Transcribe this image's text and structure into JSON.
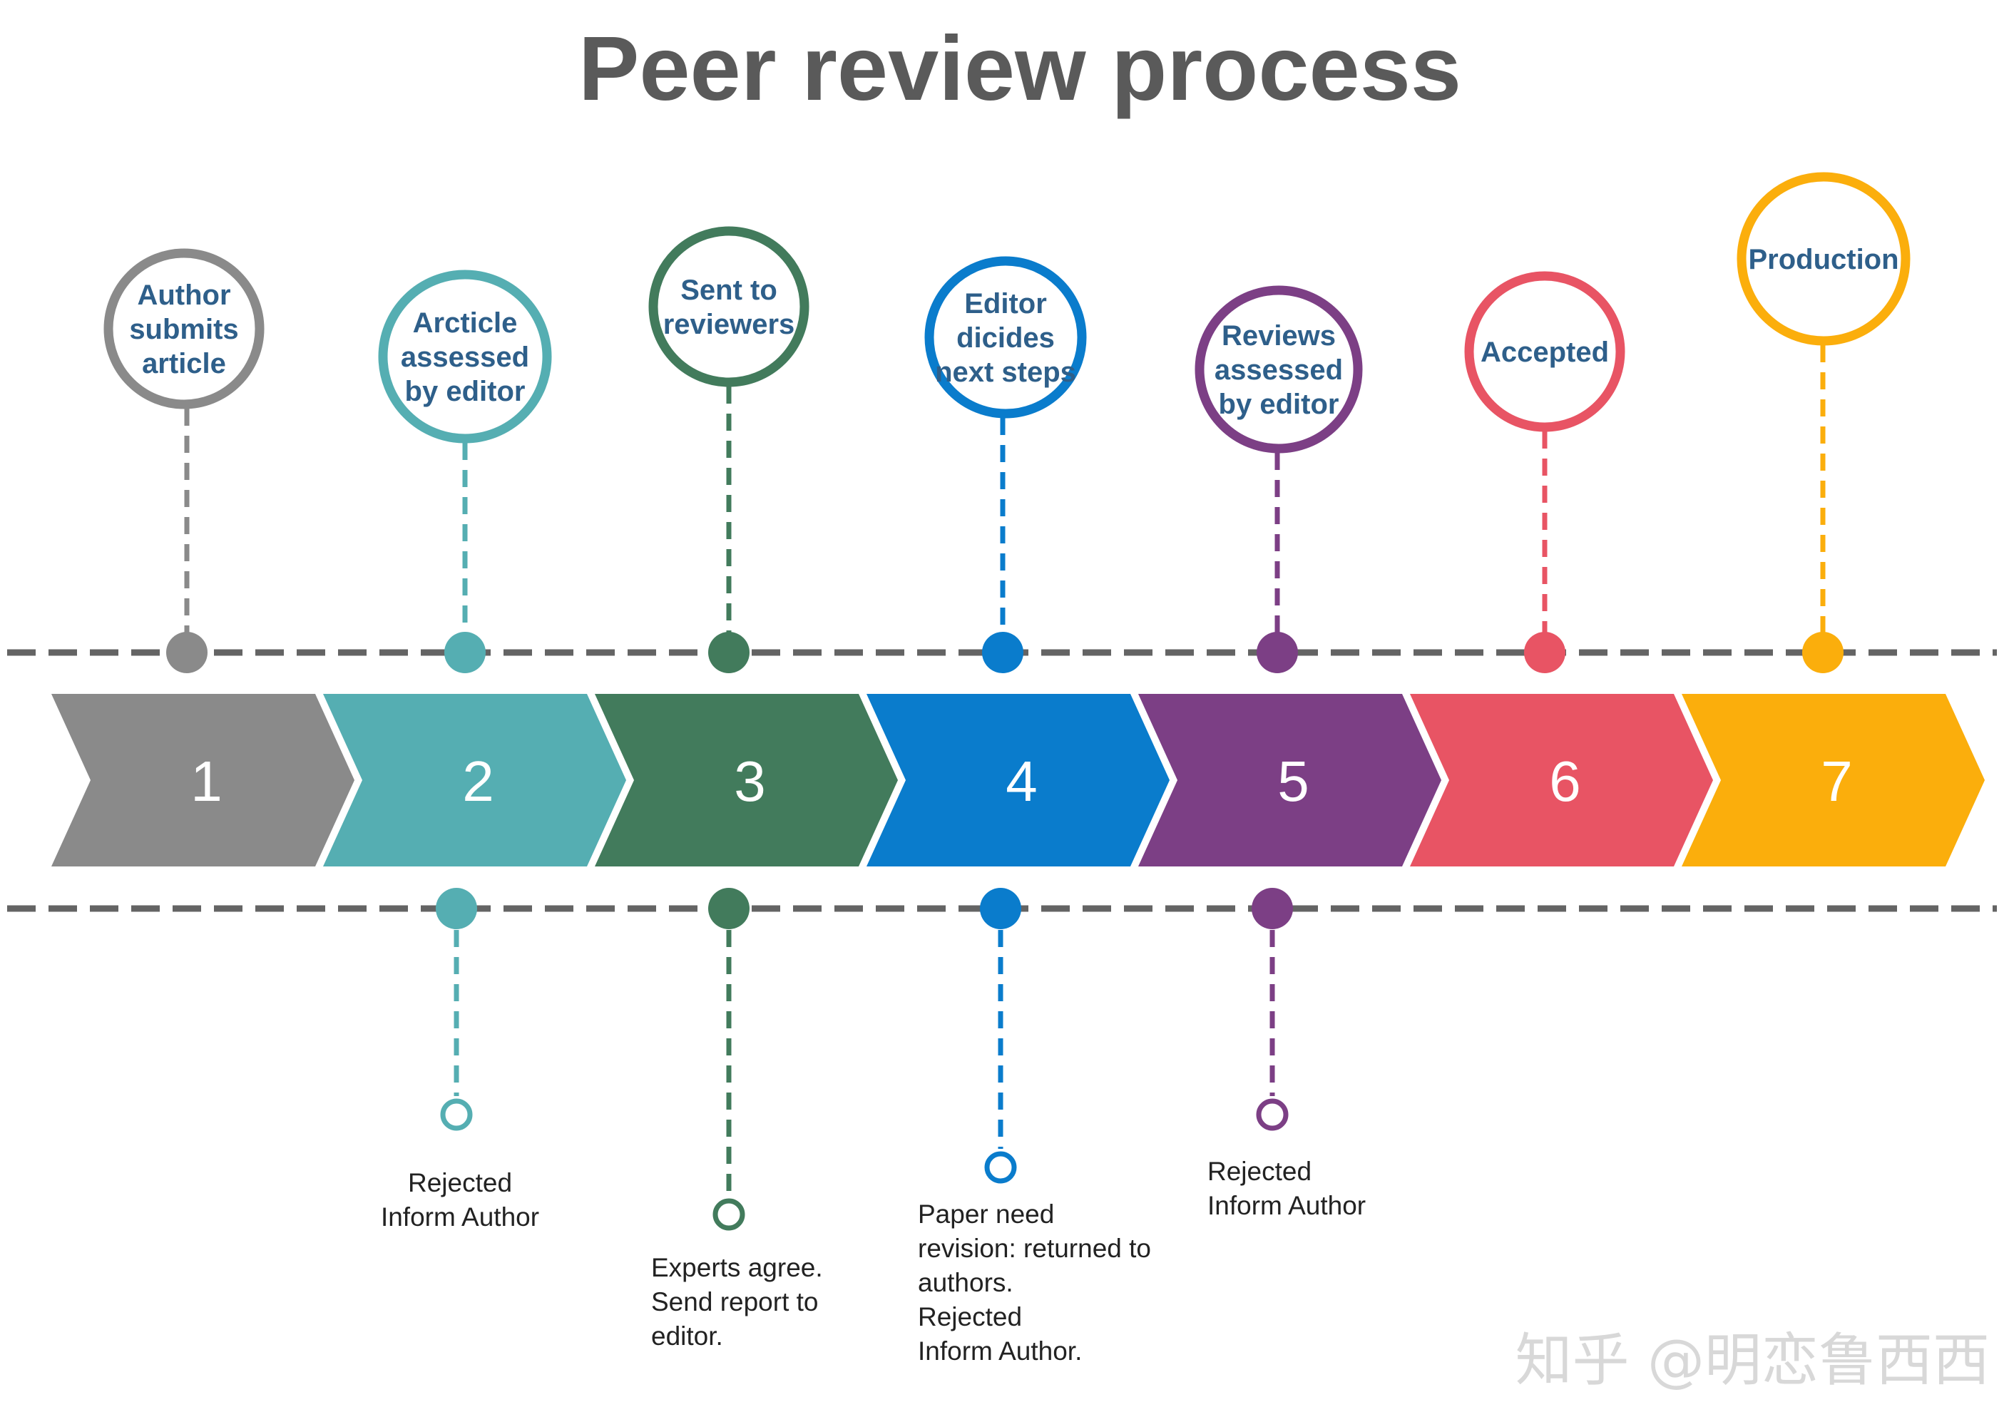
{
  "title": "Peer review process",
  "colors": {
    "title": "#5a5a5a",
    "timeline": "#646464",
    "bubble_text": "#2e5f8a",
    "note_text": "#222222"
  },
  "steps": [
    {
      "number": "1",
      "color": "#8a8a8a",
      "lines": [
        "Author",
        "submits",
        "article"
      ]
    },
    {
      "number": "2",
      "color": "#55aeb2",
      "lines": [
        "Arcticle",
        "assessed",
        "by editor"
      ]
    },
    {
      "number": "3",
      "color": "#427b5c",
      "lines": [
        "Sent to",
        "reviewers"
      ]
    },
    {
      "number": "4",
      "color": "#0a7ccc",
      "lines": [
        "Editor",
        "dicides",
        "next steps"
      ]
    },
    {
      "number": "5",
      "color": "#7c3f85",
      "lines": [
        "Reviews",
        "assessed",
        "by editor"
      ]
    },
    {
      "number": "6",
      "color": "#e85464",
      "lines": [
        "Accepted"
      ]
    },
    {
      "number": "7",
      "color": "#fbae0c",
      "lines": [
        "Production"
      ]
    }
  ],
  "outcomes": [
    {
      "step": 2,
      "lines": [
        "Rejected",
        "Inform Author"
      ]
    },
    {
      "step": 3,
      "lines": [
        "Experts agree.",
        "Send report to",
        "editor."
      ]
    },
    {
      "step": 4,
      "lines": [
        "Paper need",
        "revision: returned to",
        "authors.",
        "Rejected",
        "Inform Author."
      ]
    },
    {
      "step": 5,
      "lines": [
        "Rejected",
        "Inform Author"
      ]
    }
  ],
  "watermark": "知乎 @明恋鲁西西"
}
